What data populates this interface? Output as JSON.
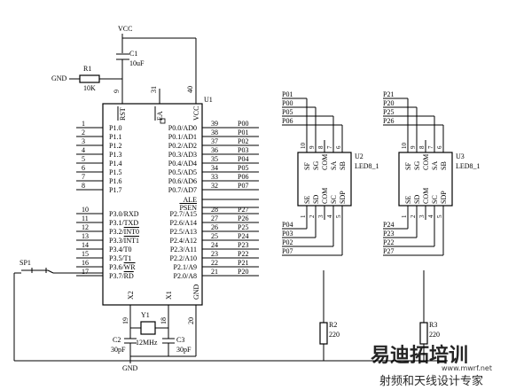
{
  "vcc": "VCC",
  "c1": {
    "name": "C1",
    "value": "10uF"
  },
  "gnd_left": "GND",
  "r1": {
    "name": "R1",
    "value": "10K"
  },
  "u1": {
    "name": "U1",
    "top_pins": [
      {
        "num": "9",
        "name": "RST"
      },
      {
        "num": "31",
        "name": "EA"
      },
      {
        "num": "40",
        "name": "VCC"
      }
    ],
    "left_pins": [
      {
        "num": "1",
        "name": "P1.0"
      },
      {
        "num": "2",
        "name": "P1.1"
      },
      {
        "num": "3",
        "name": "P1.2"
      },
      {
        "num": "4",
        "name": "P1.3"
      },
      {
        "num": "5",
        "name": "P1.4"
      },
      {
        "num": "6",
        "name": "P1.5"
      },
      {
        "num": "7",
        "name": "P1.6"
      },
      {
        "num": "8",
        "name": "P1.7"
      },
      {
        "num": "10",
        "name": "P3.0/RXD"
      },
      {
        "num": "11",
        "name": "P3.1/TXD"
      },
      {
        "num": "12",
        "name": "P3.2/INT0"
      },
      {
        "num": "13",
        "name": "P3.3/INT1"
      },
      {
        "num": "14",
        "name": "P3.4/T0"
      },
      {
        "num": "15",
        "name": "P3.5/T1"
      },
      {
        "num": "16",
        "name": "P3.6/WR"
      },
      {
        "num": "17",
        "name": "P3.7/RD"
      }
    ],
    "right_pins": [
      {
        "num": "39",
        "name": "P0.0/AD0",
        "net": "P00"
      },
      {
        "num": "38",
        "name": "P0.1/AD1",
        "net": "P01"
      },
      {
        "num": "37",
        "name": "P0.2/AD2",
        "net": "P02"
      },
      {
        "num": "36",
        "name": "P0.3/AD3",
        "net": "P03"
      },
      {
        "num": "35",
        "name": "P0.4/AD4",
        "net": "P04"
      },
      {
        "num": "34",
        "name": "P0.5/AD5",
        "net": "P05"
      },
      {
        "num": "33",
        "name": "P0.6/AD6",
        "net": "P06"
      },
      {
        "num": "32",
        "name": "P0.7/AD7",
        "net": "P07"
      },
      {
        "num": "",
        "name": "ALE",
        "net": ""
      },
      {
        "num": "",
        "name": "PSEN",
        "net": ""
      },
      {
        "num": "28",
        "name": "P2.7/A15",
        "net": "P27"
      },
      {
        "num": "27",
        "name": "P2.6/A14",
        "net": "P26"
      },
      {
        "num": "26",
        "name": "P2.5/A13",
        "net": "P25"
      },
      {
        "num": "25",
        "name": "P2.4/A12",
        "net": "P24"
      },
      {
        "num": "24",
        "name": "P2.3/A11",
        "net": "P23"
      },
      {
        "num": "23",
        "name": "P2.2/A10",
        "net": "P22"
      },
      {
        "num": "22",
        "name": "P2.1/A9",
        "net": "P21"
      },
      {
        "num": "21",
        "name": "P2.0/A8",
        "net": "P20"
      }
    ],
    "bottom_pins": [
      {
        "num": "19",
        "name": "X2"
      },
      {
        "num": "18",
        "name": "X1"
      },
      {
        "num": "20",
        "name": "GND"
      }
    ]
  },
  "sp1": "SP1",
  "y1": {
    "name": "Y1",
    "value": "12MHz"
  },
  "c2": {
    "name": "C2",
    "value": "30pF"
  },
  "c3": {
    "name": "C3",
    "value": "30pF"
  },
  "gnd_bottom": "GND",
  "u2": {
    "name": "U2",
    "part": "LED8_1",
    "top_nets": [
      "P01",
      "P00",
      "P05",
      "P06"
    ],
    "top_pins": [
      {
        "num": "10",
        "name": "SF"
      },
      {
        "num": "9",
        "name": "SG"
      },
      {
        "num": "8",
        "name": "COM"
      },
      {
        "num": "7",
        "name": "SA"
      },
      {
        "num": "6",
        "name": "SB"
      }
    ],
    "bottom_pins": [
      {
        "num": "1",
        "name": "SE"
      },
      {
        "num": "2",
        "name": "SD"
      },
      {
        "num": "3",
        "name": "COM"
      },
      {
        "num": "4",
        "name": "SC"
      },
      {
        "num": "5",
        "name": "SDP"
      }
    ],
    "bottom_nets": [
      "P04",
      "P03",
      "P02",
      "P07"
    ]
  },
  "u3": {
    "name": "U3",
    "part": "LED8_1",
    "top_nets": [
      "P21",
      "P20",
      "P25",
      "P26"
    ],
    "top_pins": [
      {
        "num": "10",
        "name": "SF"
      },
      {
        "num": "9",
        "name": "SG"
      },
      {
        "num": "8",
        "name": "COM"
      },
      {
        "num": "7",
        "name": "SA"
      },
      {
        "num": "6",
        "name": "SB"
      }
    ],
    "bottom_pins": [
      {
        "num": "1",
        "name": "SE"
      },
      {
        "num": "2",
        "name": "SD"
      },
      {
        "num": "3",
        "name": "COM"
      },
      {
        "num": "4",
        "name": "SC"
      },
      {
        "num": "5",
        "name": "SDP"
      }
    ],
    "bottom_nets": [
      "P24",
      "P23",
      "P22",
      "P27"
    ]
  },
  "r2": {
    "name": "R2",
    "value": "220"
  },
  "r3": {
    "name": "R3",
    "value": "220"
  },
  "watermark": {
    "logo": "易迪拓培训",
    "url": "www.mwrf.net",
    "tagline": "射频和天线设计专家"
  }
}
